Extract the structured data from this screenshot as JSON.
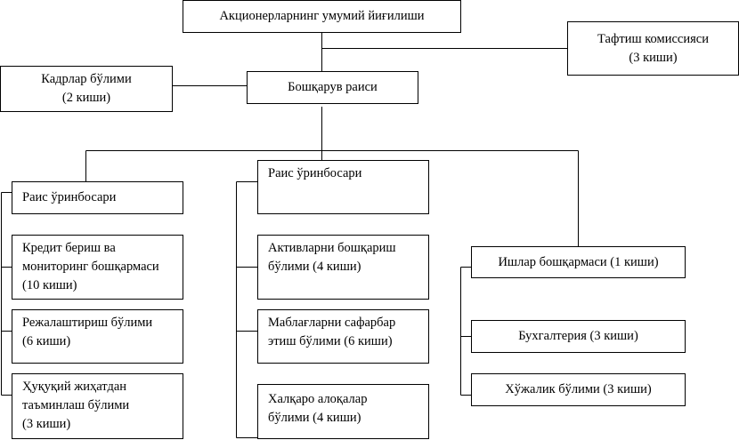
{
  "boxes": {
    "general_meeting": [
      "Акционерларнинг умумий йиғилиши"
    ],
    "audit_commission": [
      "Тафтиш комиссияси",
      "(3 киши)"
    ],
    "hr_department": [
      "Кадрлар бўлими",
      "(2 киши)"
    ],
    "board_chairman": [
      "Бошқарув раиси"
    ],
    "deputy_chairman_1": [
      "Раис ўринбосари"
    ],
    "credit_monitoring": [
      "Кредит бериш ва",
      "мониторинг бошқармаси",
      "(10 киши)"
    ],
    "planning": [
      "Режалаштириш бўлими",
      "(6 киши)"
    ],
    "legal": [
      "Ҳуқуқий жиҳатдан",
      "таъминлаш бўлими",
      "(3 киши)"
    ],
    "deputy_chairman_2": [
      "Раис ўринбосари"
    ],
    "asset_management": [
      "Активларни бошқариш",
      "бўлими (4 киши)"
    ],
    "funds_mobilization": [
      "Маблағларни сафарбар",
      "этиш бўлими (6 киши)"
    ],
    "international": [
      "Халқаро алоқалар",
      "бўлими (4 киши)"
    ],
    "office_management": [
      "Ишлар бошқармаси (1 киши)"
    ],
    "accounting": [
      "Бухгалтерия (3 киши)"
    ],
    "household": [
      "Хўжалик бўлими (3 киши)"
    ]
  }
}
